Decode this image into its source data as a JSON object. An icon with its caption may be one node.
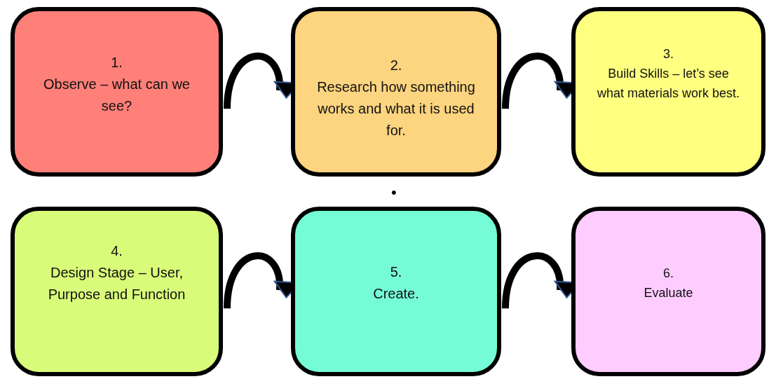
{
  "diagram": {
    "nodes": [
      {
        "text": [
          "1. Observe – what can we see?"
        ]
      },
      {
        "text": [
          "2. Research how something works and what it is used for."
        ]
      },
      {
        "text": [
          "3. Build Skills – let’s see what materials work best."
        ]
      },
      {
        "text": [
          "4. Design Stage – User, Purpose and Function"
        ]
      },
      {
        "text": [
          "5. Create."
        ]
      },
      {
        "text": [
          "6. Evaluate"
        ]
      }
    ],
    "edges": [
      {
        "from": 0,
        "to": 1,
        "arrow": "to"
      },
      {
        "from": 1,
        "to": 2,
        "arrow": "to"
      },
      {
        "from": 3,
        "to": 4,
        "arrow": "to"
      },
      {
        "from": 4,
        "to": 5,
        "arrow": "to"
      }
    ],
    "labels": [
      "•"
    ]
  }
}
